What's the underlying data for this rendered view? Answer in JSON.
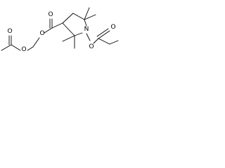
{
  "molecule": {
    "atoms": {
      "o_carbonyl_top": "O",
      "o_ester_left": "O",
      "o_ester_right": "O",
      "o_carbonyl_left": "O",
      "n_ring": "N",
      "o_n_oxy": "O",
      "o_carbonyl_right": "O"
    },
    "colors": {
      "ink": "#000000",
      "background": "#ffffff"
    }
  }
}
